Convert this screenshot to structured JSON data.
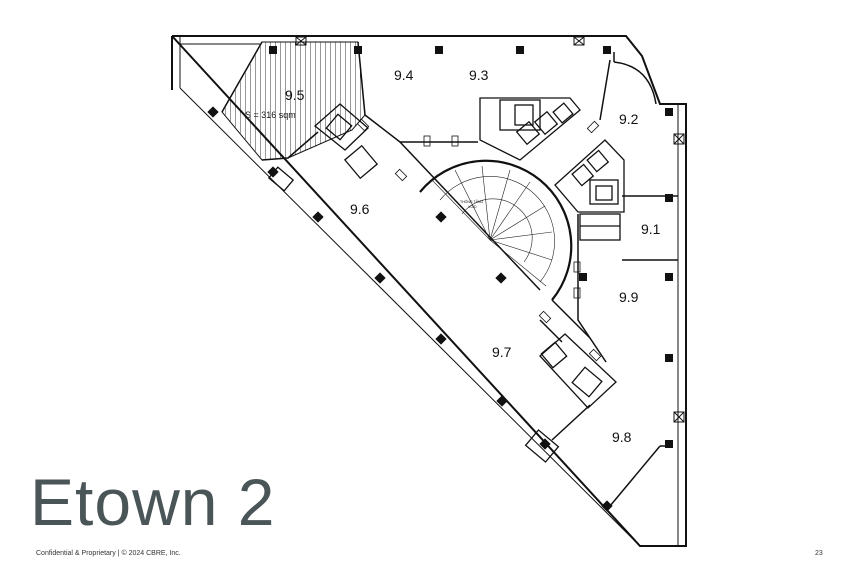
{
  "title": "Etown 2",
  "footer": {
    "confidential": "Confidential & Proprietary | © 2024 CBRE, Inc.",
    "page_number": "23"
  },
  "floorplan": {
    "rooms": {
      "r95": "9.5",
      "r95_area": "S = 316 sqm",
      "r94": "9.4",
      "r93": "9.3",
      "r92": "9.2",
      "r91": "9.1",
      "r99": "9.9",
      "r96": "9.6",
      "r97": "9.7",
      "r98": "9.8"
    },
    "void_label": "THÔNG TẦNG",
    "void_sub": "VOID",
    "colors": {
      "line": "#111111",
      "hatch": "#333333",
      "column": "#111111"
    }
  }
}
